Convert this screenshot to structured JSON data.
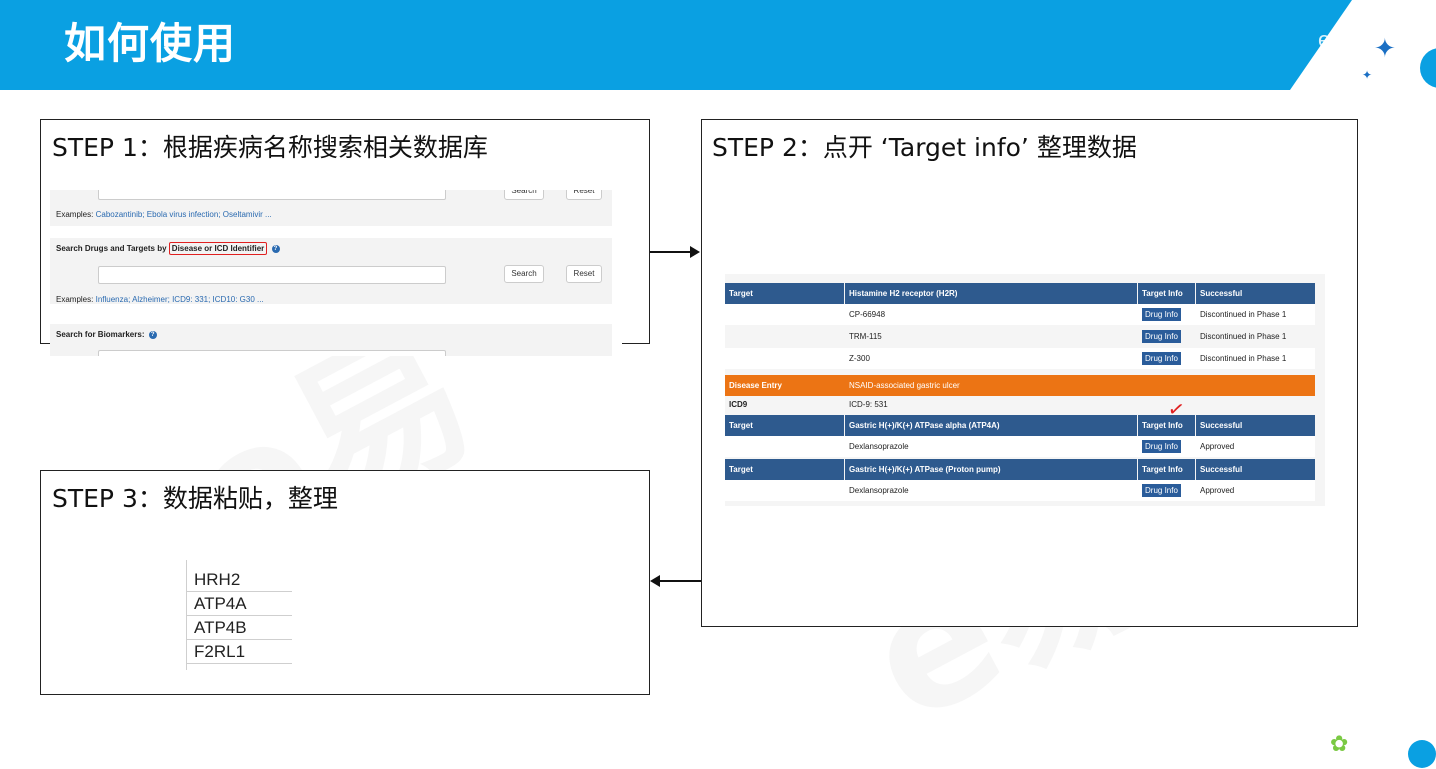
{
  "header": {
    "title": "如何使用",
    "brand_text": "e易…",
    "color": "#0aa0e2"
  },
  "step1": {
    "title": "STEP 1：根据疾病名称搜索相关数据库",
    "row0": {
      "btn_search": "Search",
      "btn_reset": "Reset"
    },
    "examples1_label": "Examples:",
    "examples1_links": "Cabozantinib; Ebola virus infection; Oseltamivir ...",
    "search_disease_label": "Search Drugs and Targets by",
    "search_disease_highlight": "Disease or ICD Identifier",
    "btn_search": "Search",
    "btn_reset": "Reset",
    "examples2_label": "Examples:",
    "examples2_links": "Influenza; Alzheimer; ICD9: 331; ICD10: G30 ...",
    "biomarkers_label": "Search for Biomarkers:"
  },
  "step2": {
    "title": "STEP 2：点开 ‘Target info’ 整理数据",
    "table": {
      "header1": {
        "c1": "Target",
        "c2": "Histamine H2 receptor (H2R)",
        "c3": "Target Info",
        "c4": "Successful"
      },
      "rows1": [
        {
          "drug": "CP-66948",
          "btn": "Drug Info",
          "status": "Discontinued in Phase 1"
        },
        {
          "drug": "TRM-115",
          "btn": "Drug Info",
          "status": "Discontinued in Phase 1"
        },
        {
          "drug": "Z-300",
          "btn": "Drug Info",
          "status": "Discontinued in Phase 1"
        }
      ],
      "disease_entry": {
        "c1": "Disease Entry",
        "c2": "NSAID-associated gastric ulcer"
      },
      "icd": {
        "c1": "ICD9",
        "c2": "ICD-9: 531"
      },
      "header2": {
        "c1": "Target",
        "c2": "Gastric H(+)/K(+) ATPase alpha (ATP4A)",
        "c3": "Target Info",
        "c4": "Successful"
      },
      "rows2": [
        {
          "drug": "Dexlansoprazole",
          "btn": "Drug Info",
          "status": "Approved"
        }
      ],
      "header3": {
        "c1": "Target",
        "c2": "Gastric H(+)/K(+) ATPase (Proton pump)",
        "c3": "Target Info",
        "c4": "Successful"
      },
      "rows3": [
        {
          "drug": "Dexlansoprazole",
          "btn": "Drug Info",
          "status": "Approved"
        }
      ]
    }
  },
  "step3": {
    "title": "STEP 3：数据粘贴，整理",
    "genes": [
      "HRH2",
      "ATP4A",
      "ATP4B",
      "F2RL1"
    ]
  },
  "colors": {
    "table_header": "#2e5a8e",
    "disease_row": "#ec7414",
    "highlight": "#e02020",
    "link": "#2a6ab0"
  }
}
